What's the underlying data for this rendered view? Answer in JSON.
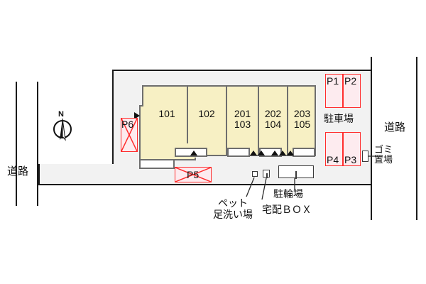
{
  "map": {
    "title": "apartment-site-plan",
    "colors": {
      "site_fill": "#f2f2f2",
      "building_fill": "#f7f0c4",
      "building_stroke": "#6e6e6e",
      "parking_fill": "#fdebef",
      "parking_stroke": "#ff2d2d",
      "ink": "#111111"
    }
  },
  "compass": {
    "label": "N",
    "icon": "compass-north-icon"
  },
  "roads": [
    {
      "id": "road-left",
      "label": "道路"
    },
    {
      "id": "road-right",
      "label": "道路"
    }
  ],
  "building": {
    "entrance_marker": "entrance-arrow-icon",
    "units": [
      {
        "id": "unit-101",
        "floor2": "",
        "floor1": "101"
      },
      {
        "id": "unit-102",
        "floor2": "",
        "floor1": "102"
      },
      {
        "id": "unit-201-103",
        "floor2": "201",
        "floor1": "103"
      },
      {
        "id": "unit-202-104",
        "floor2": "202",
        "floor1": "104"
      },
      {
        "id": "unit-203-105",
        "floor2": "203",
        "floor1": "105"
      }
    ]
  },
  "parking": {
    "area_label": "駐車場",
    "spaces": [
      {
        "id": "P1",
        "label": "P1",
        "occupied": false,
        "label_pos": "top"
      },
      {
        "id": "P2",
        "label": "P2",
        "occupied": false,
        "label_pos": "top"
      },
      {
        "id": "P4",
        "label": "P4",
        "occupied": false,
        "label_pos": "bottom"
      },
      {
        "id": "P3",
        "label": "P3",
        "occupied": false,
        "label_pos": "bottom"
      },
      {
        "id": "P5",
        "label": "P5",
        "occupied": true,
        "label_pos": "center"
      },
      {
        "id": "P6",
        "label": "P6",
        "occupied": true,
        "label_pos": "top"
      }
    ]
  },
  "facilities": [
    {
      "id": "pet-wash",
      "label_line1": "ペット",
      "label_line2": "足洗い場"
    },
    {
      "id": "delivery-box",
      "label_line1": "宅配ＢＯＸ",
      "label_line2": ""
    },
    {
      "id": "bicycle-park",
      "label_line1": "駐輪場",
      "label_line2": ""
    },
    {
      "id": "garbage-area",
      "label_line1": "ゴミ",
      "label_line2": "置場"
    }
  ]
}
